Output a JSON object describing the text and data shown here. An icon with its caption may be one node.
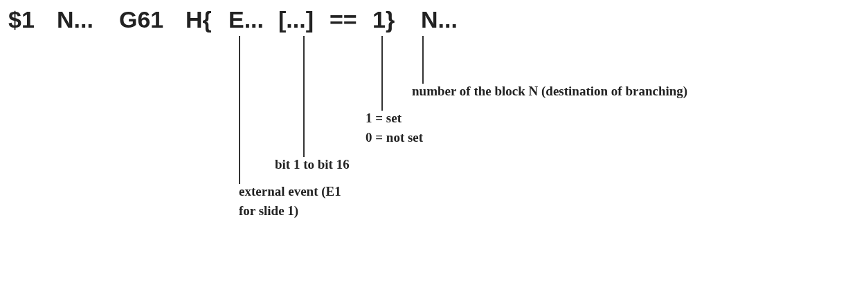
{
  "diagram": {
    "nodes": [
      {
        "text": [
          "E..."
        ]
      },
      {
        "text": [
          "[...]"
        ]
      },
      {
        "text": [
          "1}"
        ]
      },
      {
        "text": [
          "N..."
        ]
      },
      {
        "text": [
          "number of the block N (destination of branching)"
        ]
      },
      {
        "text": [
          "1 = set",
          "0 = not set"
        ]
      },
      {
        "text": [
          "bit 1 to bit 16"
        ]
      },
      {
        "text": [
          "external event (E1 for slide 1)"
        ]
      }
    ],
    "edges": [
      {
        "from": 4,
        "to": 3,
        "arrow": "none"
      },
      {
        "from": 5,
        "to": 2,
        "arrow": "none"
      },
      {
        "from": 6,
        "to": 1,
        "arrow": "none"
      },
      {
        "from": 7,
        "to": 0,
        "arrow": "none"
      }
    ],
    "labels": [
      "$1",
      "N...",
      "G61",
      "H{",
      "=="
    ]
  }
}
